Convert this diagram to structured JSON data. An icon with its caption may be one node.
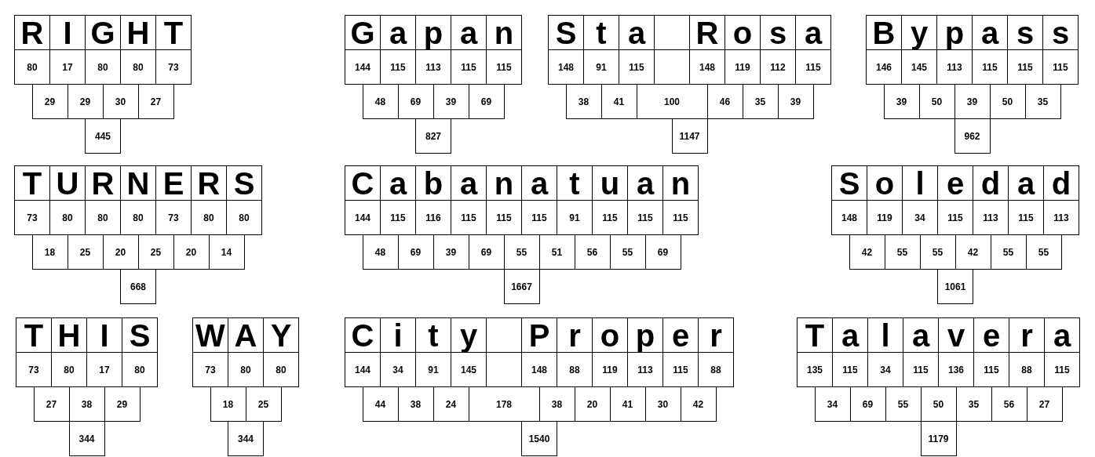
{
  "diagram": {
    "labels": [
      "R",
      "I",
      "G",
      "H",
      "T",
      "80",
      "17",
      "80",
      "80",
      "73",
      "29",
      "29",
      "30",
      "27",
      "445",
      "G",
      "a",
      "p",
      "a",
      "n",
      "144",
      "115",
      "113",
      "115",
      "115",
      "48",
      "69",
      "39",
      "69",
      "827",
      "S",
      "t",
      "a",
      "R",
      "o",
      "s",
      "a",
      "148",
      "91",
      "115",
      "148",
      "119",
      "112",
      "115",
      "38",
      "41",
      "100",
      "46",
      "35",
      "39",
      "1147",
      "B",
      "y",
      "p",
      "a",
      "s",
      "s",
      "146",
      "145",
      "113",
      "115",
      "115",
      "115",
      "39",
      "50",
      "39",
      "50",
      "35",
      "962",
      "T",
      "U",
      "R",
      "N",
      "E",
      "R",
      "S",
      "73",
      "80",
      "80",
      "80",
      "73",
      "80",
      "80",
      "18",
      "25",
      "20",
      "25",
      "20",
      "14",
      "668",
      "C",
      "a",
      "b",
      "a",
      "n",
      "a",
      "t",
      "u",
      "a",
      "n",
      "144",
      "115",
      "116",
      "115",
      "115",
      "115",
      "91",
      "115",
      "115",
      "115",
      "48",
      "69",
      "39",
      "69",
      "55",
      "51",
      "56",
      "55",
      "69",
      "1667",
      "S",
      "o",
      "l",
      "e",
      "d",
      "a",
      "d",
      "148",
      "119",
      "34",
      "115",
      "113",
      "115",
      "113",
      "42",
      "55",
      "55",
      "42",
      "55",
      "55",
      "1061",
      "T",
      "H",
      "I",
      "S",
      "73",
      "80",
      "17",
      "80",
      "27",
      "38",
      "29",
      "344",
      "W",
      "A",
      "Y",
      "73",
      "80",
      "80",
      "18",
      "25",
      "344",
      "C",
      "i",
      "t",
      "y",
      "P",
      "r",
      "o",
      "p",
      "e",
      "r",
      "144",
      "34",
      "91",
      "145",
      "148",
      "88",
      "119",
      "113",
      "115",
      "88",
      "44",
      "38",
      "24",
      "178",
      "38",
      "20",
      "41",
      "30",
      "42",
      "1540",
      "T",
      "a",
      "l",
      "a",
      "v",
      "e",
      "r",
      "a",
      "135",
      "115",
      "34",
      "115",
      "136",
      "115",
      "88",
      "115",
      "34",
      "69",
      "55",
      "50",
      "35",
      "56",
      "27",
      "1179"
    ]
  }
}
